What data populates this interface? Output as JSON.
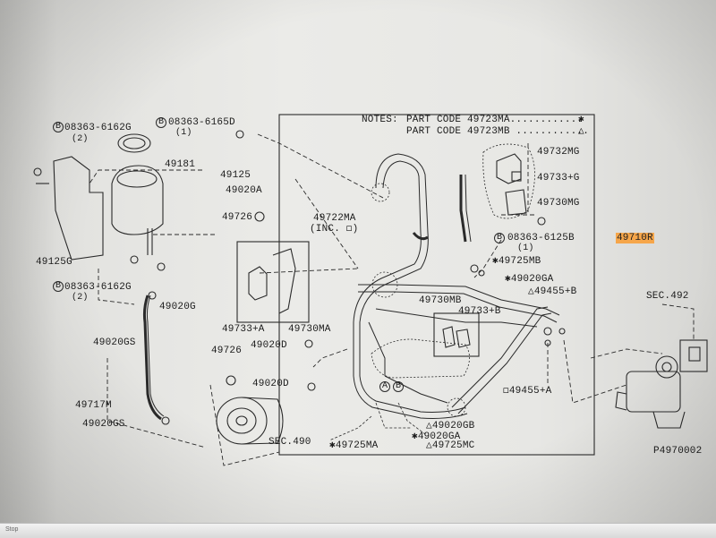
{
  "notes": {
    "heading": "NOTES:",
    "line1": "PART CODE 49723MA............",
    "line1_mark": "✱",
    "line2": "PART CODE 49723MB ............",
    "line2_mark": "△"
  },
  "labels": {
    "bolt_08363_6162g_top": "08363-6162G",
    "qty_2_top": "(2)",
    "bolt_08363_6165d": "08363-6165D",
    "qty_1_top": "(1)",
    "p49181": "49181",
    "p49125": "49125",
    "p49020a": "49020A",
    "p49726_top": "49726",
    "p49125g": "49125G",
    "bolt_08363_6162g_bottom": "08363-6162G",
    "qty_2_bottom": "(2)",
    "p49020g": "49020G",
    "p49020gs_top": "49020GS",
    "p49717m": "49717M",
    "p49020gs_bottom": "49020GS",
    "p49722ma": "49722MA",
    "inc": "(INC. ◻)",
    "p49733a_left": "49733+A",
    "p49730ma": "49730MA",
    "p49726_mid": "49726",
    "p49020d_top": "49020D",
    "p49020d_mid": "49020D",
    "sec490": "SEC.490",
    "p49725ma": "✱49725MA",
    "p49730mb": "49730MB",
    "p49733b": "49733+B",
    "p49732mg": "49732MG",
    "p49733g": "49733+G",
    "p49730mg": "49730MG",
    "bolt_08363_6125b": "08363-6125B",
    "qty_1_right": "(1)",
    "p49710r": "49710R",
    "p49725mb": "✱49725MB",
    "p49020ga_right": "✱49020GA",
    "p49455b": "△49455+B",
    "p49455a": "◻49455+A",
    "p49020gb": "△49020GB",
    "p49020ga_bottom": "✱49020GA",
    "p49725mc": "△49725MC",
    "sec492": "SEC.492",
    "ref": "P4970002",
    "circle_b": "B",
    "circle_a": "A"
  },
  "taskbar": {
    "label": "Stop"
  }
}
